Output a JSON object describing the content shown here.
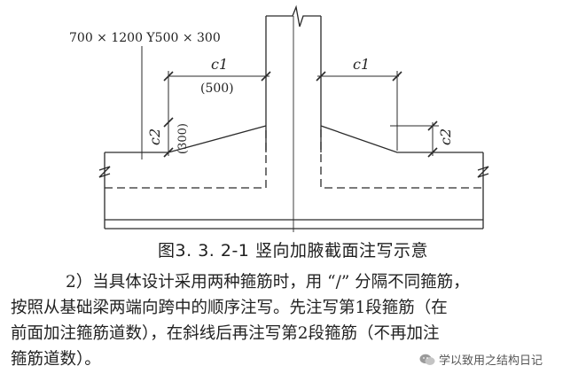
{
  "drawing": {
    "dimension_label": "700 × 1200 Y500 × 300",
    "c1_left": "c1",
    "c1_left_value": "(500)",
    "c2_left": "c2",
    "c2_left_value": "(300)",
    "c1_right": "c1",
    "c2_right": "c2"
  },
  "caption": "图3. 3. 2-1 竖向加腋截面注写示意",
  "paragraph": {
    "line1": "2）当具体设计采用两种箍筋时，用 “/” 分隔不同箍筋，",
    "line2": "按照从基础梁两端向跨中的顺序注写。先注写第1段箍筋（在",
    "line3": "前面加注箍筋道数），在斜线后再注写第2段箍筋（不再加注",
    "line4": "箍筋道数）。"
  },
  "watermark": {
    "text": "学以致用之结构日记"
  }
}
